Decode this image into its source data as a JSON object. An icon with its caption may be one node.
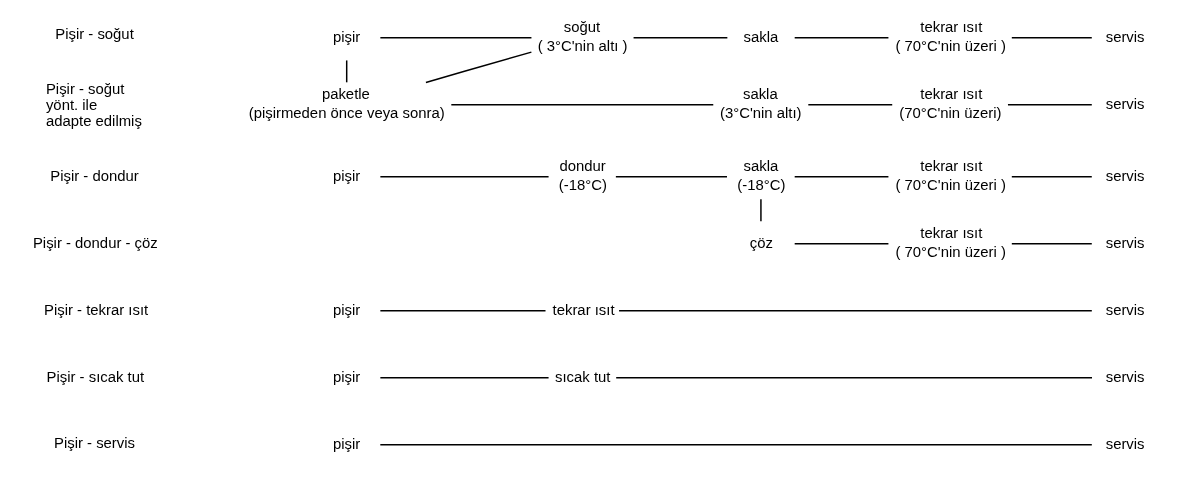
{
  "diagram": {
    "nodes": [
      {
        "text": [
          "pişir"
        ]
      },
      {
        "text": [
          "servis"
        ]
      },
      {
        "text": [
          "pişir"
        ]
      },
      {
        "text": [
          "sıcak tut"
        ]
      },
      {
        "text": [
          "servis"
        ]
      },
      {
        "text": [
          "pişir"
        ]
      },
      {
        "text": [
          "tekrar ısıt"
        ]
      },
      {
        "text": [
          "servis"
        ]
      },
      {
        "text": [
          "pişir"
        ]
      },
      {
        "text": [
          "dondur"
        ],
        "beside": [
          "(-18°C)"
        ]
      },
      {
        "text": [
          "sakla"
        ],
        "beside": [
          "(-18°C)"
        ]
      },
      {
        "text": [
          "tekrar ısıt"
        ],
        "beside": [
          "( 70°C'nin üzeri )"
        ]
      },
      {
        "text": [
          "servis"
        ]
      },
      {
        "text": [
          "çöz"
        ]
      },
      {
        "text": [
          "tekrar ısıt"
        ],
        "beside": [
          "( 70°C'nin üzeri )"
        ]
      },
      {
        "text": [
          "servis"
        ]
      },
      {
        "text": [
          "pişir"
        ]
      },
      {
        "text": [
          "soğut"
        ],
        "beside": [
          "( 3°C'nin altı )"
        ]
      },
      {
        "text": [
          "sakla"
        ]
      },
      {
        "text": [
          "tekrar ısıt"
        ],
        "beside": [
          "( 70°C'nin üzeri )"
        ]
      },
      {
        "text": [
          "servis"
        ]
      },
      {
        "text": [
          "paketle"
        ],
        "beside": [
          "(pişirmeden önce veya sonra)"
        ]
      },
      {
        "text": [
          "sakla"
        ],
        "beside": [
          "(3°C'nin altı)"
        ]
      },
      {
        "text": [
          "tekrar ısıt"
        ],
        "beside": [
          "(70°C'nin üzeri)"
        ]
      },
      {
        "text": [
          "servis"
        ]
      }
    ],
    "edges": [
      {
        "from": 0,
        "to": 1,
        "arrow": "none"
      },
      {
        "from": 2,
        "to": 3,
        "arrow": "none"
      },
      {
        "from": 3,
        "to": 4,
        "arrow": "none"
      },
      {
        "from": 5,
        "to": 6,
        "arrow": "none"
      },
      {
        "from": 6,
        "to": 7,
        "arrow": "none"
      },
      {
        "from": 8,
        "to": 9,
        "arrow": "none"
      },
      {
        "from": 9,
        "to": 10,
        "arrow": "none"
      },
      {
        "from": 10,
        "to": 11,
        "arrow": "none"
      },
      {
        "from": 11,
        "to": 12,
        "arrow": "none"
      },
      {
        "from": 10,
        "to": 13,
        "arrow": "none"
      },
      {
        "from": 13,
        "to": 14,
        "arrow": "none"
      },
      {
        "from": 14,
        "to": 15,
        "arrow": "none"
      },
      {
        "from": 16,
        "to": 17,
        "arrow": "none"
      },
      {
        "from": 17,
        "to": 18,
        "arrow": "none"
      },
      {
        "from": 18,
        "to": 19,
        "arrow": "none"
      },
      {
        "from": 19,
        "to": 20,
        "arrow": "none"
      },
      {
        "from": 16,
        "to": 21,
        "arrow": "none"
      },
      {
        "from": 21,
        "to": 17,
        "arrow": "none"
      },
      {
        "from": 21,
        "to": 22,
        "arrow": "none"
      },
      {
        "from": 22,
        "to": 23,
        "arrow": "none"
      },
      {
        "from": 23,
        "to": 24,
        "arrow": "none"
      }
    ],
    "labels": [
      "Pişir - servis",
      "Pişir - sıcak tut",
      "Pişir - tekrar ısıt",
      "Pişir - dondur",
      "Pişir - dondur - çöz",
      "Pişir - soğut",
      "Pişir - soğut yönt. ile adapte edilmiş"
    ]
  }
}
